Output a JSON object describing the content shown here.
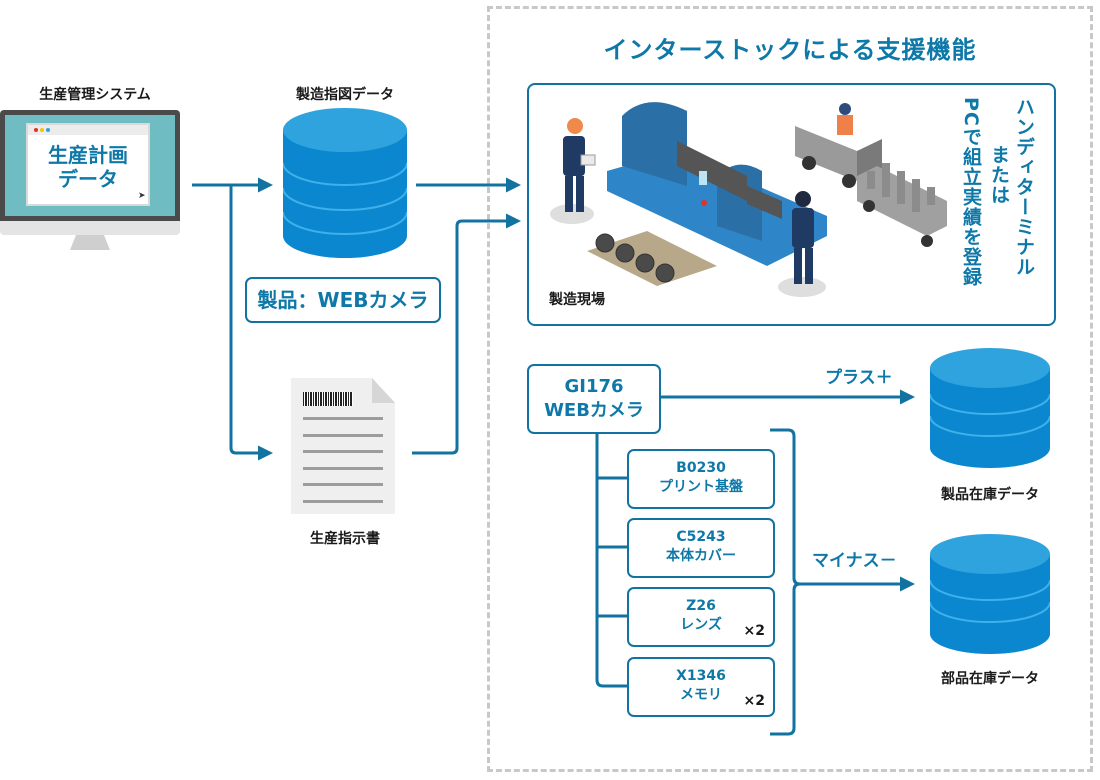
{
  "title": "インターストックによる支援機能",
  "left": {
    "system_label": "生産管理システム",
    "monitor_text_line1": "生産計画",
    "monitor_text_line2": "データ",
    "db_label": "製造指図データ",
    "product_tag": "製品：WEBカメラ",
    "doc_label": "生産指示書"
  },
  "factory": {
    "scene_label": "製造現場",
    "side_text_col1": "ハンディターミナル",
    "side_text_col2": "または",
    "side_text_col3": "PCで組立実績を登録"
  },
  "product_box": {
    "line1": "GI176",
    "line2": "WEBカメラ"
  },
  "parts": [
    {
      "code": "B0230",
      "name": "プリント基盤",
      "qty": ""
    },
    {
      "code": "C5243",
      "name": "本体カバー",
      "qty": ""
    },
    {
      "code": "Z26",
      "name": "レンズ",
      "qty": "×2"
    },
    {
      "code": "X1346",
      "name": "メモリ",
      "qty": "×2"
    }
  ],
  "flows": {
    "plus_label": "プラス＋",
    "minus_label": "マイナス－"
  },
  "databases": {
    "product_stock": "製品在庫データ",
    "parts_stock": "部品在庫データ"
  },
  "colors": {
    "accent": "#0e78a8",
    "line": "#1273a0",
    "db_top": "#2fa3de",
    "db_body": "#0b87d0",
    "dash": "#c8c8c8"
  }
}
